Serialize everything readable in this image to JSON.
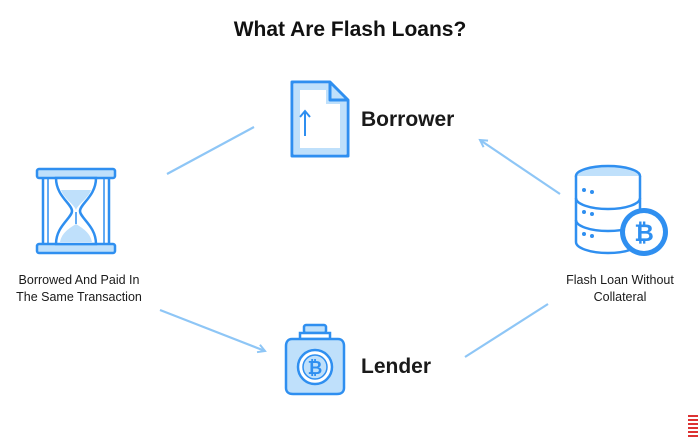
{
  "title": "What Are Flash Loans?",
  "nodes": {
    "borrower": {
      "label": "Borrower",
      "icon": "document-upload-icon"
    },
    "lender": {
      "label": "Lender",
      "icon": "bitcoin-jar-icon"
    },
    "hourglass": {
      "icon": "hourglass-icon",
      "caption_line1": "Borrowed And Paid In",
      "caption_line2": "The Same Transaction"
    },
    "collateral": {
      "icon": "bitcoin-database-icon",
      "caption_line1": "Flash Loan Without",
      "caption_line2": "Collateral"
    }
  },
  "colors": {
    "accent": "#2f8ff0",
    "accent_light": "#bfe0fb",
    "arrow": "#8ec6f6",
    "text": "#1a1a1a"
  }
}
